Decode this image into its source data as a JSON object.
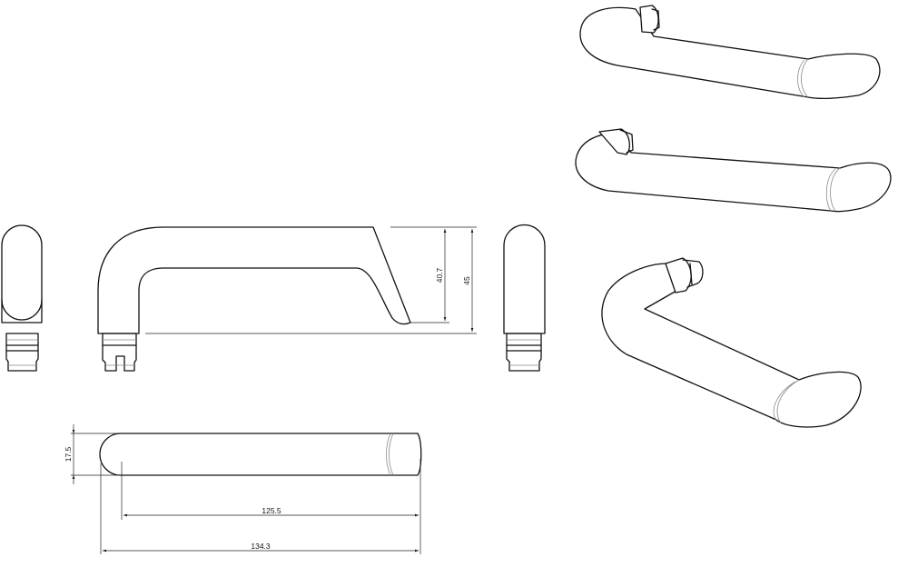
{
  "dimensions": {
    "inner_height": "40.7",
    "total_height": "45",
    "width": "17.5",
    "inner_length": "125.5",
    "total_length": "134.3"
  }
}
